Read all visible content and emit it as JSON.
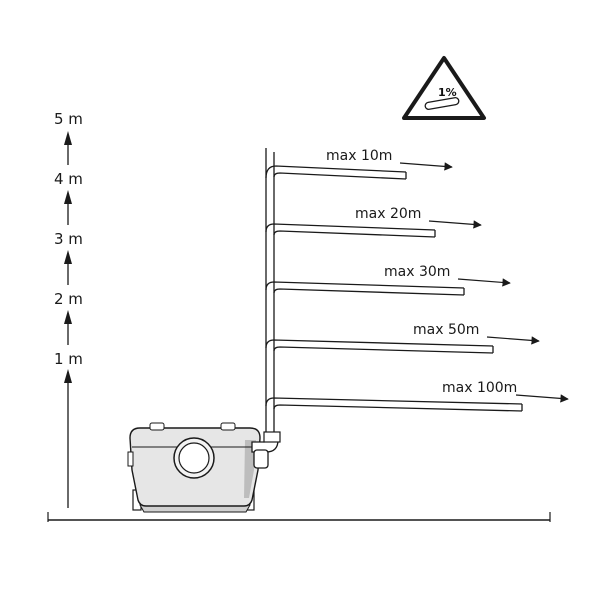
{
  "height_scale": {
    "labels": [
      "1 m",
      "2 m",
      "3 m",
      "4 m",
      "5 m"
    ]
  },
  "slope_sign": {
    "text": "1%",
    "icon": "warning-triangle-icon"
  },
  "horizontal_runs": [
    {
      "height_m": 5,
      "label": "max 10m"
    },
    {
      "height_m": 4,
      "label": "max 20m"
    },
    {
      "height_m": 3,
      "label": "max 30m"
    },
    {
      "height_m": 2,
      "label": "max 50m"
    },
    {
      "height_m": 1,
      "label": "max 100m"
    }
  ],
  "colors": {
    "line": "#1a1a1a",
    "pump_body": "#e6e6e6",
    "pump_shadow": "#bdbdbd"
  }
}
